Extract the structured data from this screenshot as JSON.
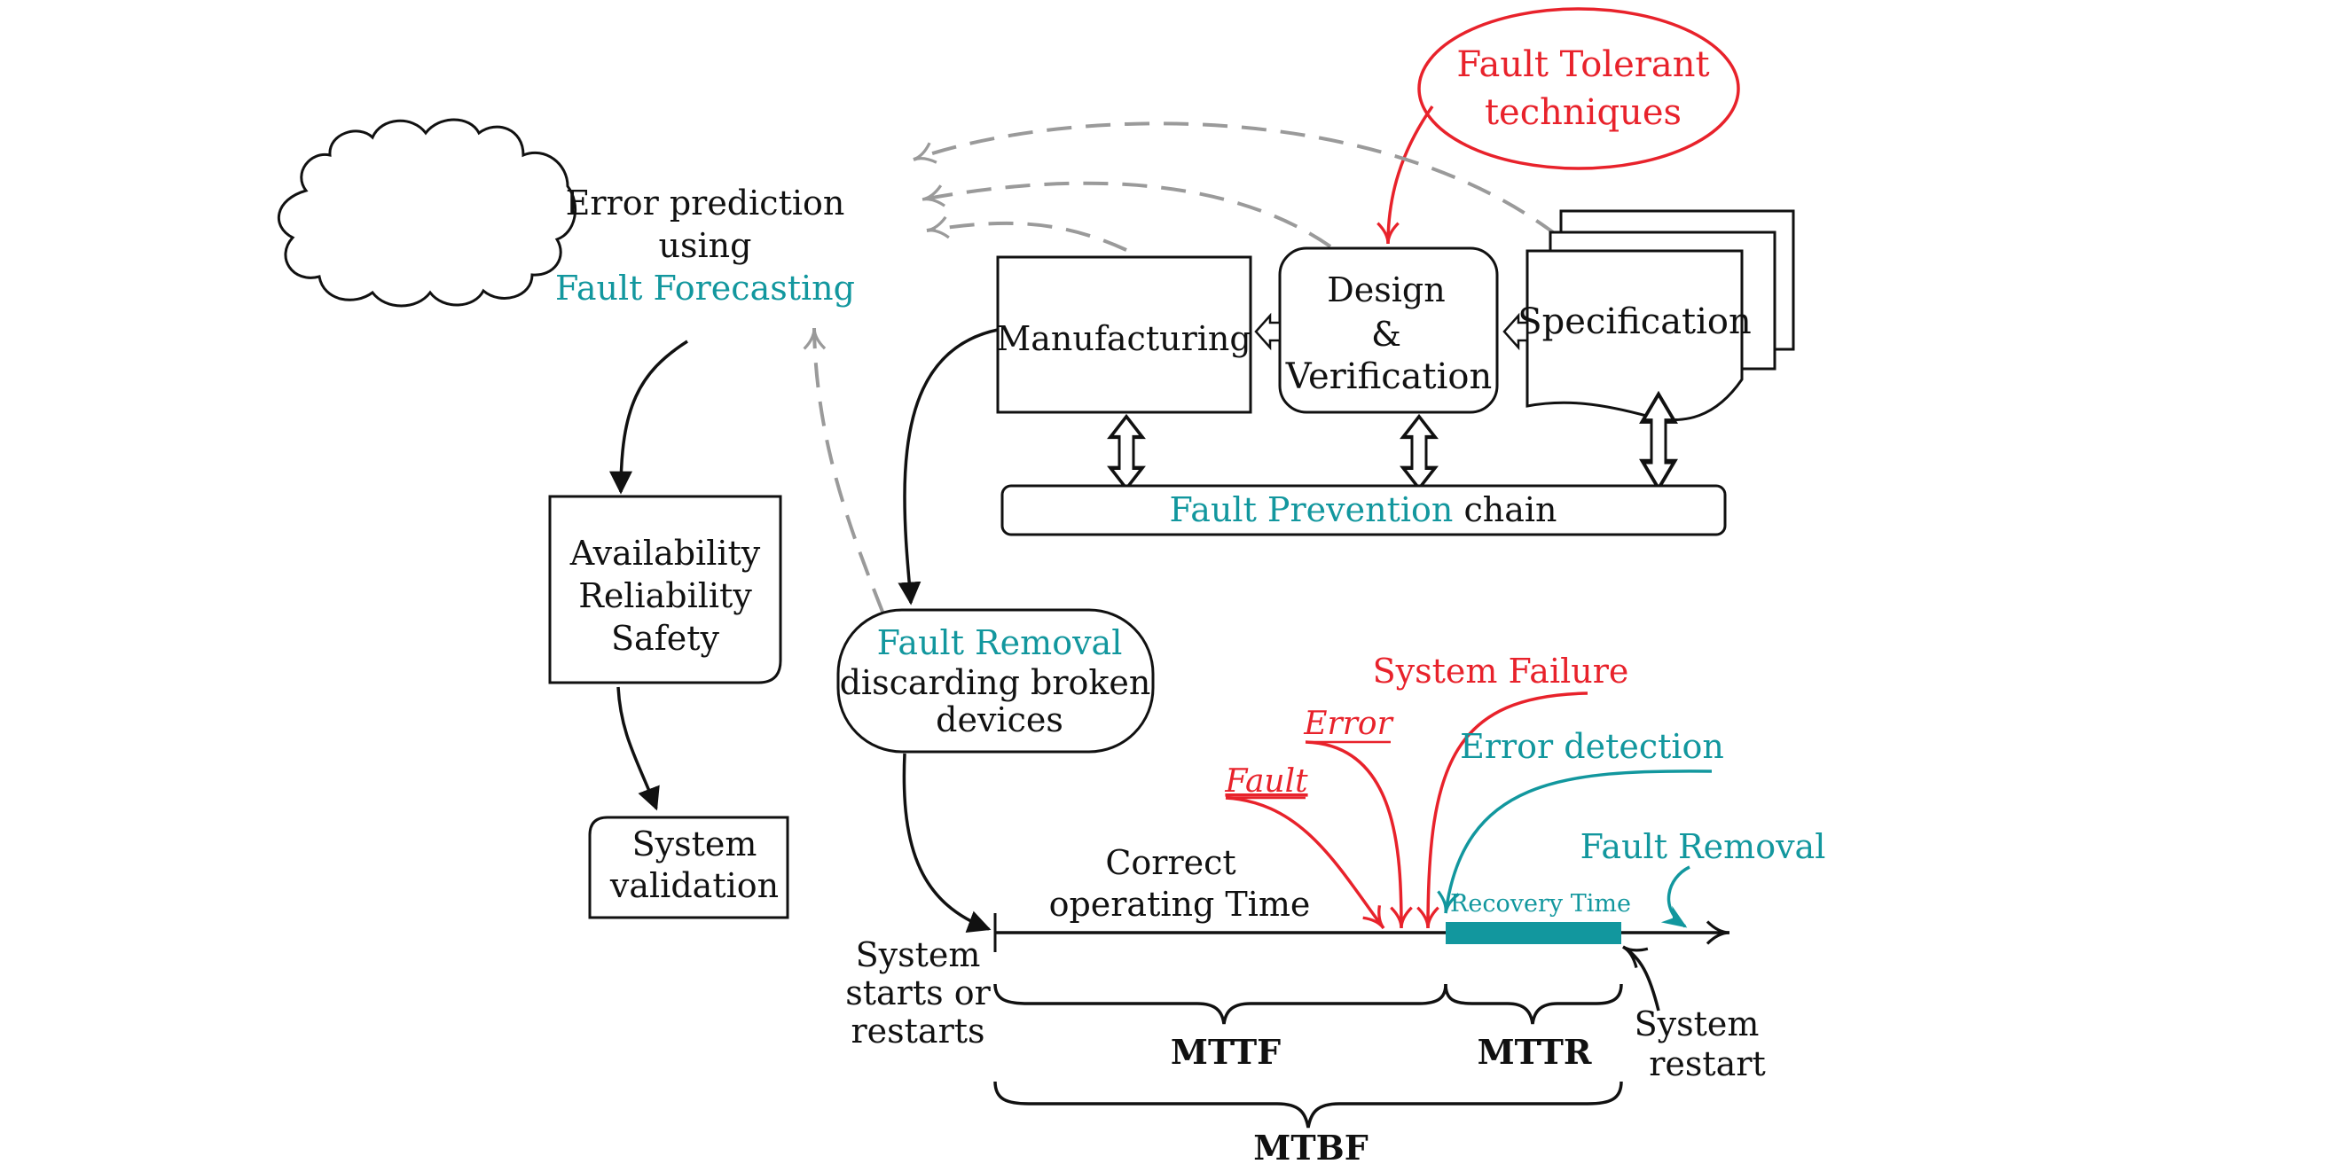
{
  "colors": {
    "red": "#e8222b",
    "teal": "#12979e",
    "black": "#111111",
    "gray": "#9a9a9a"
  },
  "cloud": {
    "line1": "Error prediction",
    "line2": "using",
    "line3": "Fault Forecasting"
  },
  "fault_tolerant": {
    "line1": "Fault Tolerant",
    "line2": "techniques"
  },
  "boxes": {
    "manufacturing": "Manufacturing",
    "design_line1": "Design",
    "design_line2": "&",
    "design_line3": "Verification",
    "specification": "Specification"
  },
  "prevention": {
    "colored": "Fault Prevention",
    "plain": "chain"
  },
  "availability": {
    "line1": "Availability",
    "line2": "Reliability",
    "line3": "Safety"
  },
  "validation": {
    "line1": "System",
    "line2": "validation"
  },
  "removal_box": {
    "line1": "Fault Removal",
    "line2": "discarding broken",
    "line3": "devices"
  },
  "timeline": {
    "correct_line1": "Correct",
    "correct_line2": "operating Time",
    "starts_line1": "System",
    "starts_line2": "starts or",
    "starts_line3": "restarts",
    "fault": "Fault",
    "error": "Error",
    "system_failure": "System Failure",
    "error_detection": "Error detection",
    "fault_removal": "Fault Removal",
    "recovery_time": "Recovery Time",
    "restart_line1": "System",
    "restart_line2": "restart",
    "mttf": "MTTF",
    "mttr": "MTTR",
    "mtbf": "MTBF"
  }
}
